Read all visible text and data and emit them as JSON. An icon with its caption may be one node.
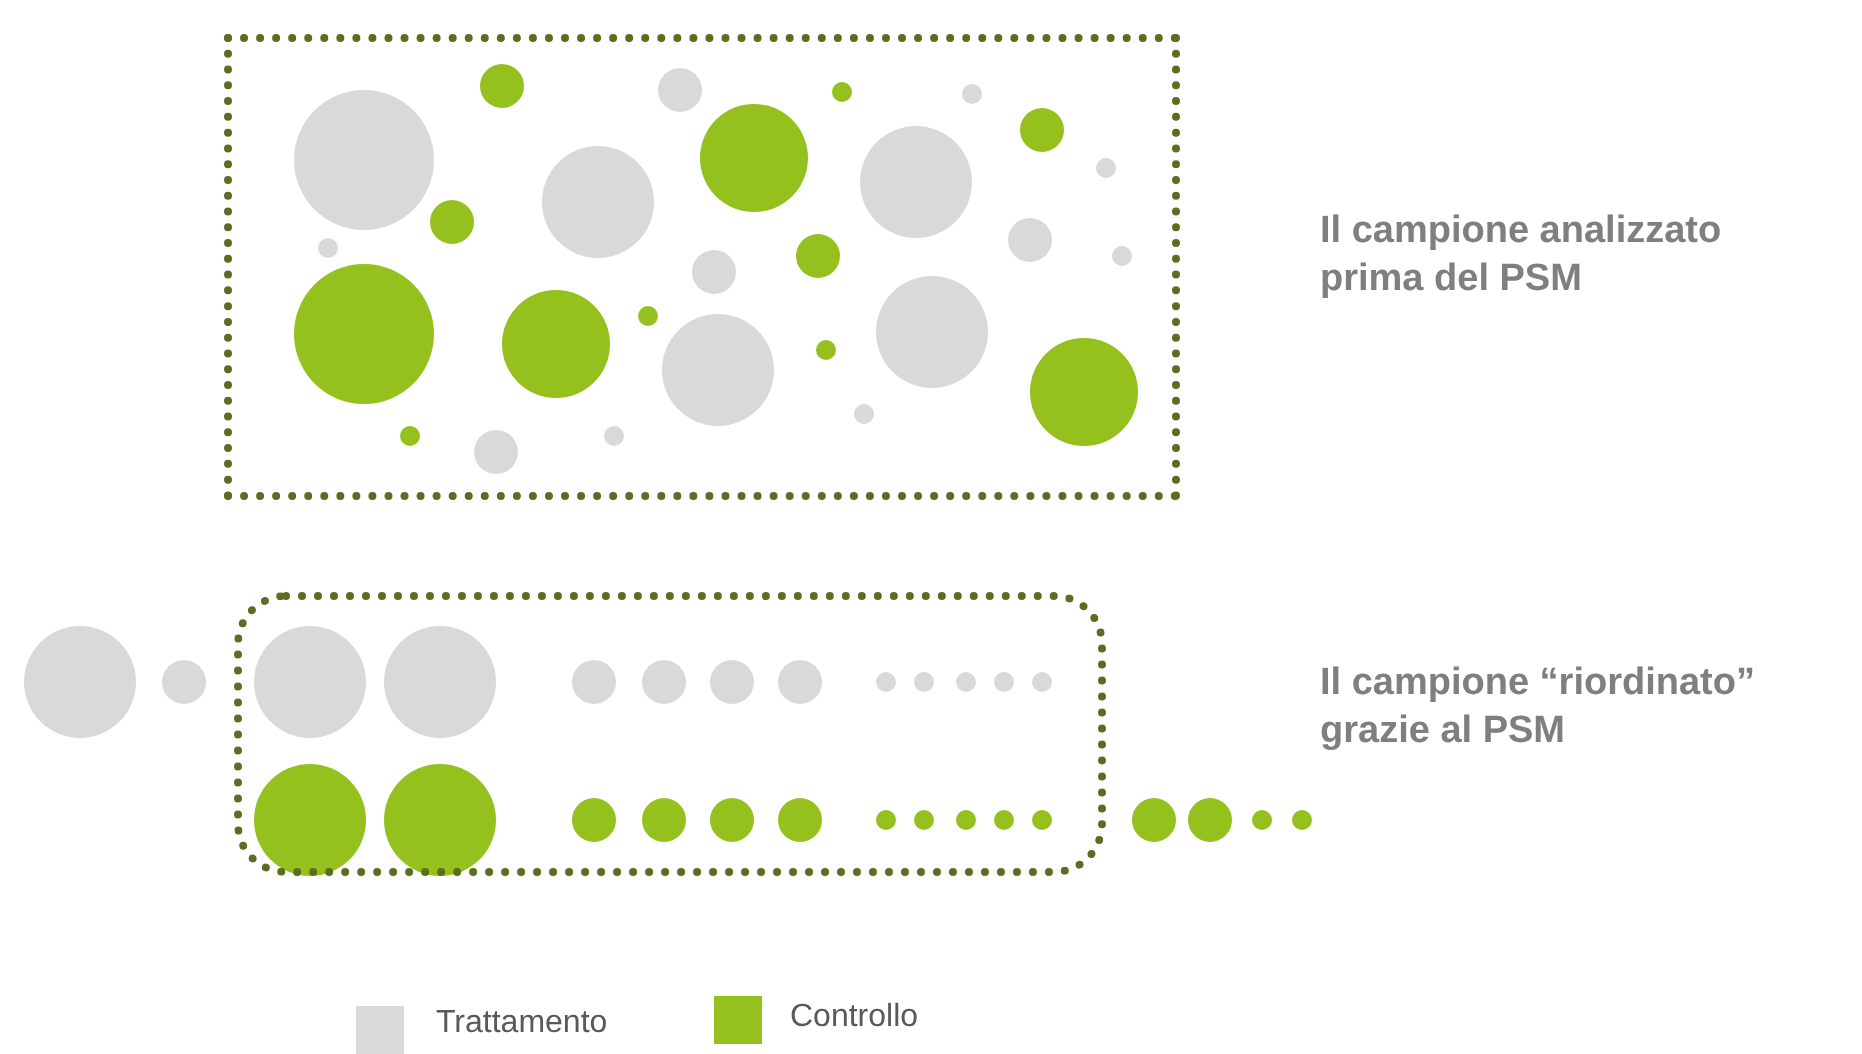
{
  "diagram": {
    "nodes": [
      {
        "text": [],
        "shape": "box"
      },
      {
        "text": [],
        "shape": "box"
      }
    ],
    "labels": [
      "Il campione analizzato prima del PSM",
      "Il campione “riordinato” grazie al PSM"
    ],
    "legend": [
      {
        "text": "Trattamento",
        "color": "#d9d9d9"
      },
      {
        "text": "Controllo",
        "color": "#95c11f"
      }
    ]
  }
}
